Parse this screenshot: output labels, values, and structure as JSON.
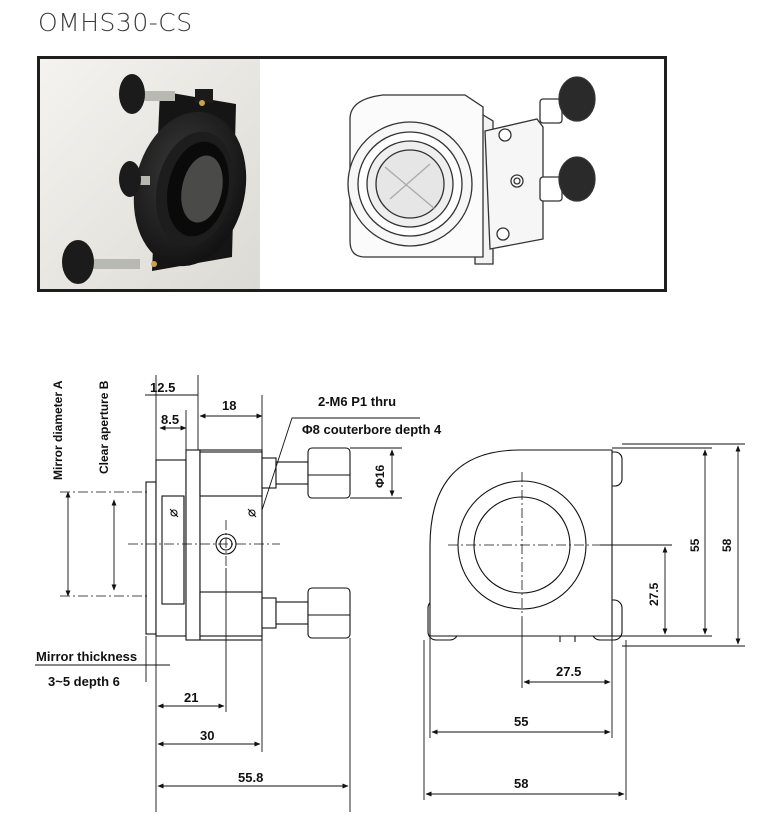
{
  "title": "OMHS30-CS",
  "images": {
    "photo": "product-photo-mirror-holder",
    "render": "product-3d-render-mirror-holder"
  },
  "side_view": {
    "mirror_diameter_label": "Mirror diameter A",
    "clear_aperture_label": "Clear aperture B",
    "dim_12_5": "12.5",
    "dim_8_5": "8.5",
    "dim_18": "18",
    "thread_note": "2-M6 P1 thru",
    "counterbore_note": "Φ8 couterbore depth 4",
    "dim_phi16": "Φ16",
    "mirror_thickness_label": "Mirror thickness",
    "mirror_thickness_value": "3~5 depth 6",
    "dim_21": "21",
    "dim_30": "30",
    "dim_55_8": "55.8"
  },
  "front_view": {
    "dim_55_v": "55",
    "dim_58_v": "58",
    "dim_27_5_v": "27.5",
    "dim_27_5_h": "27.5",
    "dim_55_h": "55",
    "dim_58_h": "58"
  }
}
